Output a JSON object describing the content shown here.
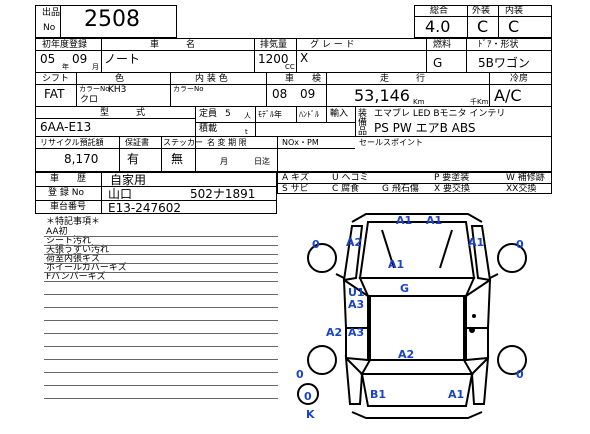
{
  "lot": {
    "label_top": "出品",
    "label_bottom": "No",
    "number": "2508"
  },
  "score": {
    "overall_label": "総合",
    "exterior_label": "外装",
    "interior_label": "内装",
    "overall": "4.0",
    "exterior": "C",
    "interior": "C"
  },
  "row1": {
    "first_reg_label": "初年度登録",
    "car_name_label": "車　　　名",
    "displacement_label": "排気量",
    "grade_label": "グ レ ー ド",
    "fuel_label": "燃料",
    "door_label": "ﾄﾞｱ・形状",
    "year": "05",
    "month": "09",
    "year_unit": "年",
    "month_unit": "月",
    "car_name": "ノート",
    "displacement": "1200",
    "cc_unit": "CC",
    "grade": "X",
    "fuel": "G",
    "door": "5Bワゴン"
  },
  "row2": {
    "shift_label": "シフト",
    "color_label": "色",
    "int_color_label": "内 装 色",
    "inspection_label": "車　　検",
    "mileage_label": "走　　　行",
    "ac_label": "冷房",
    "shift": "FAT",
    "color_no_label": "カラーNo",
    "color_no": "KH3",
    "color": "クロ",
    "int_color_no_label": "カラーNo",
    "insp_year": "08",
    "insp_month": "09",
    "mileage": "53,146",
    "km_unit": "Km",
    "thousand_km_unit": "千Km",
    "ac": "A/C"
  },
  "row3": {
    "model_label": "型　　　式",
    "model": "6AA-E13",
    "capacity_label": "定員",
    "capacity": "5",
    "capacity_unit": "人",
    "load_label": "積載",
    "load_unit": "t",
    "model_pos_label": "ﾓﾃﾞﾙ年",
    "handle_label": "ﾊﾝﾄﾞﾙ",
    "import_label": "輸入",
    "equipment_label": "装備品",
    "equipment_line1": "エマブレ LED Bモニタ インテリ",
    "equipment_line2": "PS PW エアB ABS"
  },
  "row4": {
    "recycle_label": "リサイクル預託額",
    "warranty_label": "保証書",
    "sticker_label": "ステッカー",
    "name_change_label": "名 変 期 限",
    "nox_label": "NOx・PM",
    "sales_point_label": "セールスポイント",
    "recycle": "8,170",
    "warranty": "有",
    "sticker": "無",
    "month_unit": "月",
    "day_unit": "日迄"
  },
  "history": {
    "label": "車　　歴",
    "value": "自家用",
    "reg_label": "登 録 No",
    "reg_area": "山口",
    "reg_number": "502ナ1891",
    "chassis_label": "車台番号",
    "chassis": "E13-247602"
  },
  "legend": [
    [
      "A キズ",
      "U ヘコミ",
      "P 要塗装",
      "W 補修跡"
    ],
    [
      "S サビ",
      "C 腐食",
      "G 飛石傷",
      "X 要交換",
      "XX交換"
    ]
  ],
  "notes": {
    "title": "＊特記事項＊",
    "items": [
      "AA初",
      "シート汚れ",
      "天張うすい汚れ",
      "荷室内張キズ",
      "ホイールカバーキズ",
      "Fバンパーキズ"
    ]
  },
  "diagram": {
    "marks": [
      "A1",
      "A1",
      "A2",
      "A1",
      "A1",
      "G",
      "U1",
      "A3",
      "A2",
      "A3",
      "A2",
      "B1",
      "A1",
      "0",
      "0",
      "0",
      "0",
      "0",
      "K"
    ]
  }
}
